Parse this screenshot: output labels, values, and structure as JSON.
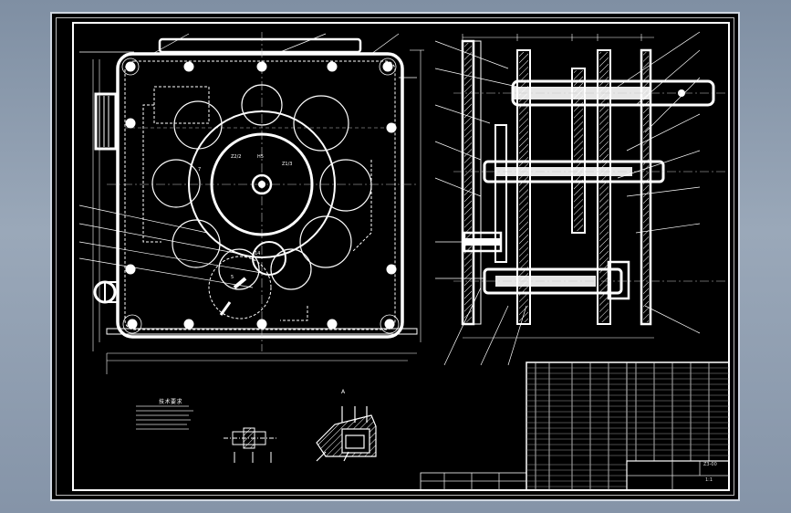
{
  "drawing": {
    "background": "#000000",
    "line_color": "#ffffff",
    "centerline_color": "#c8c8c8",
    "plan_view_labels": [
      "H5",
      "7",
      "Z2/2",
      "Z1/3",
      "14",
      "5"
    ],
    "detail_labels": {
      "notes_title": "技术要求",
      "detail_a": "A"
    },
    "title_block": {
      "drawing_no": "Z3-00",
      "scale": "1:1"
    }
  }
}
